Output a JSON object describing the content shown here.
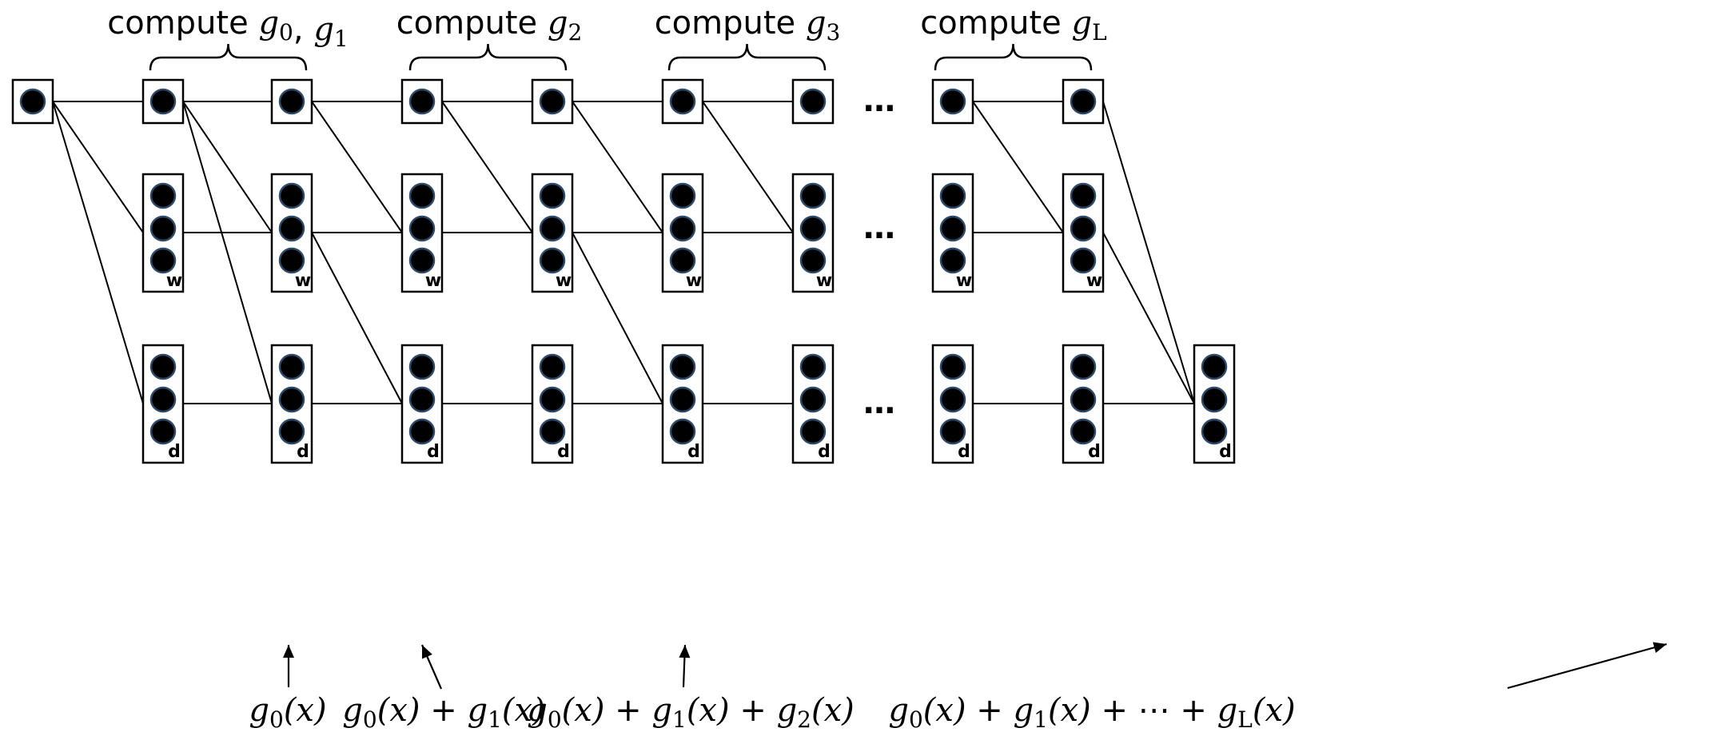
{
  "compute_labels": [
    {
      "prefix": "compute ",
      "terms": [
        {
          "sym": "g",
          "sub": "0"
        },
        {
          "sym": "g",
          "sub": "1"
        }
      ]
    },
    {
      "prefix": "compute ",
      "terms": [
        {
          "sym": "g",
          "sub": "2"
        }
      ]
    },
    {
      "prefix": "compute ",
      "terms": [
        {
          "sym": "g",
          "sub": "3"
        }
      ]
    },
    {
      "prefix": "compute ",
      "terms": [
        {
          "sym": "g",
          "sub": "L"
        }
      ]
    }
  ],
  "width_label": "w",
  "depth_label": "d",
  "ellipsis": "…",
  "bottom_labels": [
    {
      "terms": [
        {
          "g": "g",
          "sub": "0",
          "arg": "(x)"
        }
      ]
    },
    {
      "terms": [
        {
          "g": "g",
          "sub": "0",
          "arg": "(x)"
        },
        {
          "g": "g",
          "sub": "1",
          "arg": "(x)"
        }
      ]
    },
    {
      "terms": [
        {
          "g": "g",
          "sub": "0",
          "arg": "(x)"
        },
        {
          "g": "g",
          "sub": "1",
          "arg": "(x)"
        },
        {
          "g": "g",
          "sub": "2",
          "arg": "(x)"
        }
      ]
    },
    {
      "terms": [
        {
          "g": "g",
          "sub": "0",
          "arg": "(x)"
        },
        {
          "g": "g",
          "sub": "1",
          "arg": "(x)"
        },
        {
          "plain": "⋯"
        },
        {
          "g": "g",
          "sub": "L",
          "arg": "(x)"
        }
      ]
    }
  ],
  "plus": "+",
  "comma": ","
}
